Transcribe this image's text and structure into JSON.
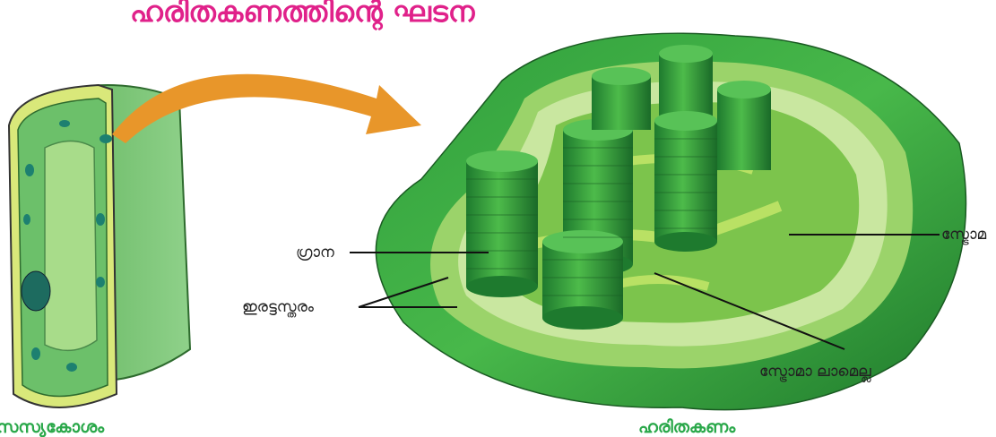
{
  "title": "ഹരിതകണത്തിന്റെ ഘടന",
  "labels": {
    "grana": "ഗ്രാന",
    "double_membrane": "ഇരട്ടസ്തരം",
    "stroma": "സ്ട്രോമ",
    "stroma_lamella": "സ്ട്രോമാ ലാമെല്ല"
  },
  "captions": {
    "cell": "സസ്യകോശം",
    "chloroplast": "ഹരിതകണം"
  },
  "colors": {
    "title": "#e0218a",
    "arrow": "#e8962a",
    "caption": "#2aa84a"
  }
}
